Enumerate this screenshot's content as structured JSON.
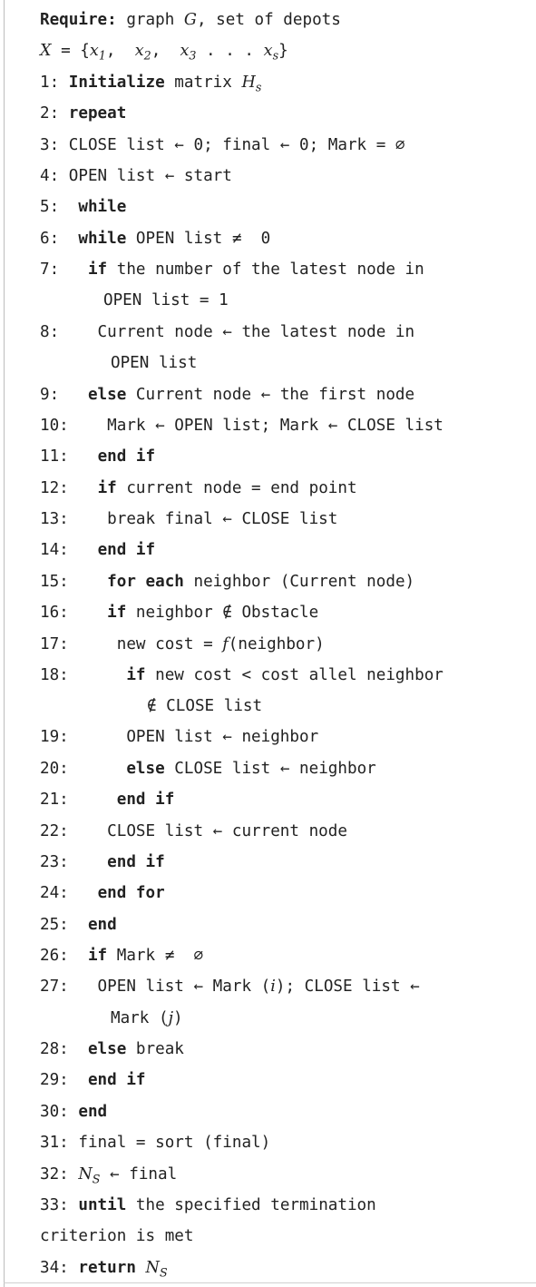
{
  "algorithm": {
    "lines": [
      {
        "segments": [
          {
            "t": "Require:",
            "s": "kw"
          },
          {
            "t": " graph "
          },
          {
            "t": "G",
            "s": "math"
          },
          {
            "t": ", set of depots"
          }
        ]
      },
      {
        "segments": [
          {
            "t": "X",
            "s": "math"
          },
          {
            "t": " = {"
          },
          {
            "t": "x",
            "s": "math",
            "sub": "1"
          },
          {
            "t": ",  "
          },
          {
            "t": "x",
            "s": "math",
            "sub": "2"
          },
          {
            "t": ",  "
          },
          {
            "t": "x",
            "s": "math",
            "sub": "3"
          },
          {
            "t": " . . . "
          },
          {
            "t": "x",
            "s": "math",
            "sub": "s"
          },
          {
            "t": "}"
          }
        ]
      },
      {
        "segments": [
          {
            "t": "1: "
          },
          {
            "t": "Initialize",
            "s": "kw"
          },
          {
            "t": " matrix "
          },
          {
            "t": "H",
            "s": "math",
            "sub": "s"
          }
        ]
      },
      {
        "segments": [
          {
            "t": "2: "
          },
          {
            "t": "repeat",
            "s": "kw"
          }
        ]
      },
      {
        "segments": [
          {
            "t": "3: CLOSE list ← 0; final ← 0; Mark = ∅"
          }
        ]
      },
      {
        "segments": [
          {
            "t": "4: OPEN list ← start"
          }
        ]
      },
      {
        "segments": [
          {
            "t": "5:  "
          },
          {
            "t": "while",
            "s": "kw"
          }
        ]
      },
      {
        "segments": [
          {
            "t": "6:  "
          },
          {
            "t": "while",
            "s": "kw"
          },
          {
            "t": " OPEN list ≠  0"
          }
        ]
      },
      {
        "segments": [
          {
            "t": "7:   "
          },
          {
            "t": "if",
            "s": "kw"
          },
          {
            "t": " the number of the latest node in"
          }
        ]
      },
      {
        "segments": [
          {
            "t": "OPEN list = 1"
          }
        ]
      },
      {
        "segments": [
          {
            "t": "8:    Current node ← the latest node in"
          }
        ]
      },
      {
        "segments": [
          {
            "t": "OPEN list"
          }
        ]
      },
      {
        "segments": [
          {
            "t": "9:   "
          },
          {
            "t": "else",
            "s": "kw"
          },
          {
            "t": " Current node ← the first node"
          }
        ]
      },
      {
        "segments": [
          {
            "t": "10:    Mark ← OPEN list; Mark ← CLOSE list"
          }
        ]
      },
      {
        "segments": [
          {
            "t": "11:   "
          },
          {
            "t": "end if",
            "s": "kw"
          }
        ]
      },
      {
        "segments": [
          {
            "t": "12:   "
          },
          {
            "t": "if",
            "s": "kw"
          },
          {
            "t": " current node = end point"
          }
        ]
      },
      {
        "segments": [
          {
            "t": "13:    break final ← CLOSE list"
          }
        ]
      },
      {
        "segments": [
          {
            "t": "14:   "
          },
          {
            "t": "end if",
            "s": "kw"
          }
        ]
      },
      {
        "segments": [
          {
            "t": "15:    "
          },
          {
            "t": "for each",
            "s": "kw"
          },
          {
            "t": " neighbor (Current node)"
          }
        ]
      },
      {
        "segments": [
          {
            "t": "16:    "
          },
          {
            "t": "if",
            "s": "kw"
          },
          {
            "t": " neighbor ∉ Obstacle"
          }
        ]
      },
      {
        "segments": [
          {
            "t": "17:     new cost = "
          },
          {
            "t": "f",
            "s": "math"
          },
          {
            "t": "(neighbor)"
          }
        ]
      },
      {
        "segments": [
          {
            "t": "18:      "
          },
          {
            "t": "if",
            "s": "kw"
          },
          {
            "t": " new cost < cost allel neighbor"
          }
        ]
      },
      {
        "segments": [
          {
            "t": "∉ CLOSE list"
          }
        ]
      },
      {
        "segments": [
          {
            "t": "19:      OPEN list ← neighbor"
          }
        ]
      },
      {
        "segments": [
          {
            "t": "20:      "
          },
          {
            "t": "else",
            "s": "kw"
          },
          {
            "t": " CLOSE list ← neighbor"
          }
        ]
      },
      {
        "segments": [
          {
            "t": "21:     "
          },
          {
            "t": "end if",
            "s": "kw"
          }
        ]
      },
      {
        "segments": [
          {
            "t": "22:    CLOSE list ← current node"
          }
        ]
      },
      {
        "segments": [
          {
            "t": "23:    "
          },
          {
            "t": "end if",
            "s": "kw"
          }
        ]
      },
      {
        "segments": [
          {
            "t": "24:   "
          },
          {
            "t": "end for",
            "s": "kw"
          }
        ]
      },
      {
        "segments": [
          {
            "t": "25:  "
          },
          {
            "t": "end",
            "s": "kw"
          }
        ]
      },
      {
        "segments": [
          {
            "t": "26:  "
          },
          {
            "t": "if",
            "s": "kw"
          },
          {
            "t": " Mark ≠  ∅"
          }
        ]
      },
      {
        "segments": [
          {
            "t": "27:   OPEN list ← Mark ("
          },
          {
            "t": "i",
            "s": "math"
          },
          {
            "t": "); CLOSE list ←"
          }
        ]
      },
      {
        "segments": [
          {
            "t": "Mark ("
          },
          {
            "t": "j",
            "s": "math"
          },
          {
            "t": ")"
          }
        ]
      },
      {
        "segments": [
          {
            "t": "28:  "
          },
          {
            "t": "else",
            "s": "kw"
          },
          {
            "t": " break"
          }
        ]
      },
      {
        "segments": [
          {
            "t": "29:  "
          },
          {
            "t": "end if",
            "s": "kw"
          }
        ]
      },
      {
        "segments": [
          {
            "t": "30: "
          },
          {
            "t": "end",
            "s": "kw"
          }
        ]
      },
      {
        "segments": [
          {
            "t": "31: final = sort (final)"
          }
        ]
      },
      {
        "segments": [
          {
            "t": "32: "
          },
          {
            "t": "N",
            "s": "math",
            "sub": "S"
          },
          {
            "t": " ← final"
          }
        ]
      },
      {
        "segments": [
          {
            "t": "33: "
          },
          {
            "t": "until",
            "s": "kw"
          },
          {
            "t": " the specified termination"
          }
        ]
      },
      {
        "segments": [
          {
            "t": "criterion is met"
          }
        ]
      },
      {
        "segments": [
          {
            "t": "34: "
          },
          {
            "t": "return",
            "s": "kw"
          },
          {
            "t": " "
          },
          {
            "t": "N",
            "s": "math",
            "sub": "S"
          }
        ]
      }
    ]
  }
}
